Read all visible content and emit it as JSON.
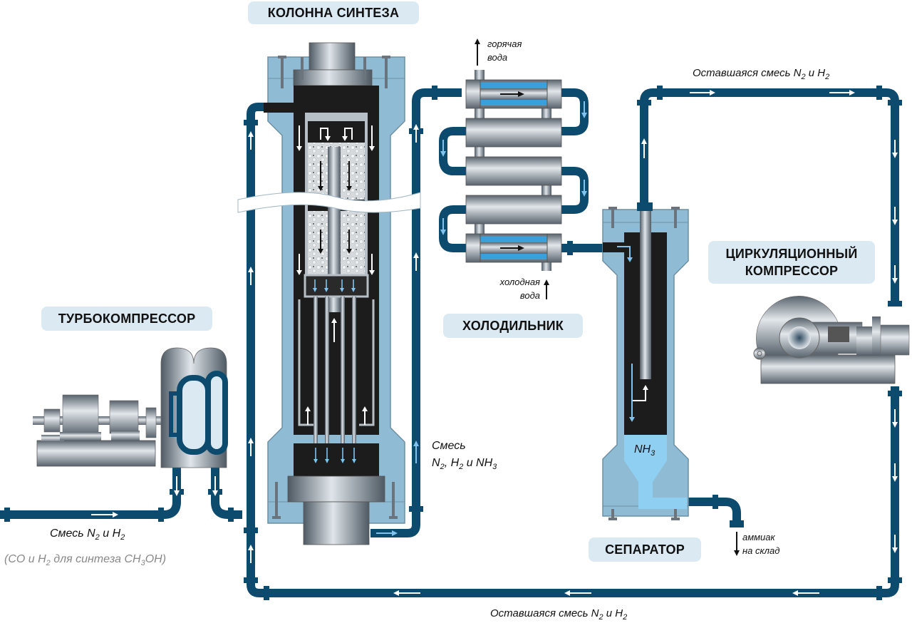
{
  "title_labels": {
    "synthesis_column": "КОЛОННА СИНТЕЗА",
    "turbocompressor": "ТУРБОКОМПРЕССОР",
    "cooler": "ХОЛОДИЛЬНИК",
    "separator": "СЕПАРАТОР",
    "circulation_compressor_line1": "ЦИРКУЛЯЦИОННЫЙ",
    "circulation_compressor_line2": "КОМПРЕССОР"
  },
  "flow_notes": {
    "feed_mix": {
      "prefix": "Смесь N",
      "sub1": "2",
      "mid": " и H",
      "sub2": "2"
    },
    "feed_alt": {
      "prefix": "(CO и H",
      "sub1": "2",
      "mid": " для синтеза CH",
      "sub2": "3",
      "suffix": "OH)"
    },
    "hot_water_line1": "горячая",
    "hot_water_line2": "вода",
    "cold_water_line1": "холодная",
    "cold_water_line2": "вода",
    "recycle_top": {
      "prefix": "Оставшаяся смесь N",
      "sub1": "2",
      "mid": " и H",
      "sub2": "2"
    },
    "recycle_bottom": {
      "prefix": "Оставшаяся смесь N",
      "sub1": "2",
      "mid": " и H",
      "sub2": "2"
    },
    "product_mix_line1": "Смесь",
    "product_mix_line2": {
      "a": "N",
      "s1": "2",
      "b": ", H",
      "s2": "2",
      "c": " и NH",
      "s3": "3"
    },
    "ammonia_out_line1": "аммиак",
    "ammonia_out_line2": "на склад",
    "nh3_liquid": {
      "a": "NH",
      "s": "3"
    }
  },
  "colors": {
    "pipe": "#0c4a6e",
    "vessel_shell": "#8fbcd4",
    "vessel_inner": "#1c1c1c",
    "label_bg": "#dbe9f2",
    "cooling_water": "#3aa0dc",
    "liquid_nh3": "#8fd0f2",
    "flow_arrow_light": "#7fc3ee"
  }
}
